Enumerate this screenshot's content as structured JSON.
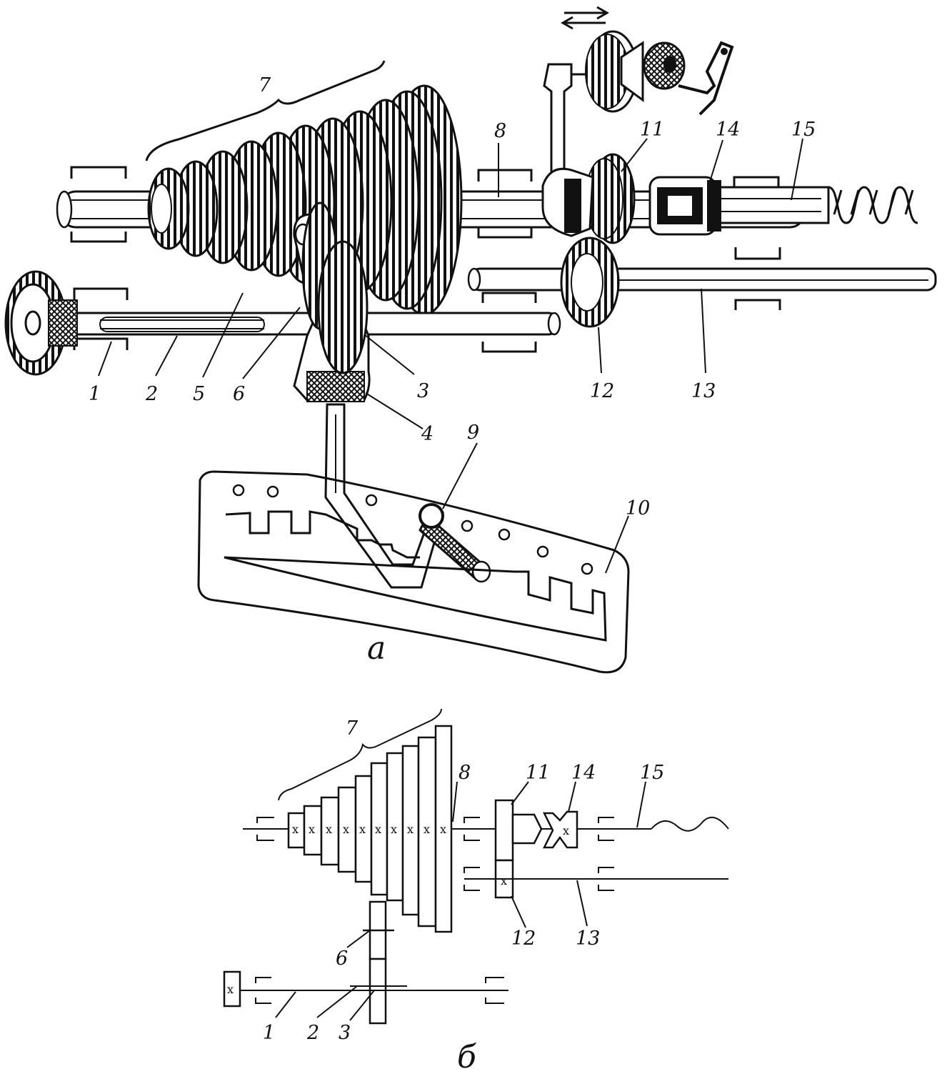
{
  "figure": {
    "view_a_caption": "а",
    "view_b_caption": "б",
    "direction_arrows": "⇄"
  },
  "view_a_labels": [
    {
      "key": "1",
      "text": "1"
    },
    {
      "key": "2",
      "text": "2"
    },
    {
      "key": "3",
      "text": "3"
    },
    {
      "key": "4",
      "text": "4"
    },
    {
      "key": "5",
      "text": "5"
    },
    {
      "key": "6",
      "text": "6"
    },
    {
      "key": "7",
      "text": "7"
    },
    {
      "key": "8",
      "text": "8"
    },
    {
      "key": "9",
      "text": "9"
    },
    {
      "key": "10",
      "text": "10"
    },
    {
      "key": "11",
      "text": "11"
    },
    {
      "key": "12",
      "text": "12"
    },
    {
      "key": "13",
      "text": "13"
    },
    {
      "key": "14",
      "text": "14"
    },
    {
      "key": "15",
      "text": "15"
    }
  ],
  "view_b_labels": [
    {
      "key": "1",
      "text": "1"
    },
    {
      "key": "2",
      "text": "2"
    },
    {
      "key": "3",
      "text": "3"
    },
    {
      "key": "6",
      "text": "6"
    },
    {
      "key": "7",
      "text": "7"
    },
    {
      "key": "8",
      "text": "8"
    },
    {
      "key": "11",
      "text": "11"
    },
    {
      "key": "12",
      "text": "12"
    },
    {
      "key": "13",
      "text": "13"
    },
    {
      "key": "14",
      "text": "14"
    },
    {
      "key": "15",
      "text": "15"
    }
  ],
  "gear_mark": "x"
}
